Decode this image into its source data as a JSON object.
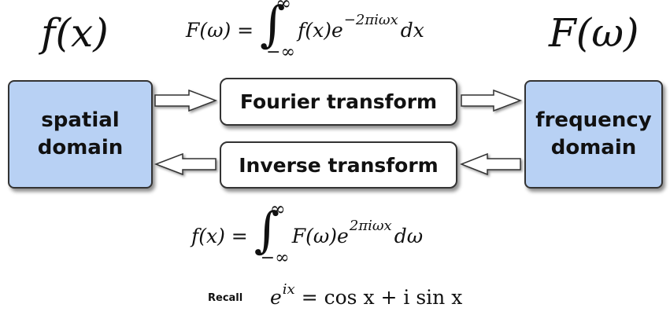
{
  "labels": {
    "left_function": "f(x)",
    "right_function": "F(ω)"
  },
  "formulas": {
    "forward": {
      "lhs": "F(ω) =",
      "upper_limit": "∞",
      "lower_limit": "−∞",
      "integrand_prefix": "f(x)e",
      "exponent": "−2πiωx",
      "differential": "dx"
    },
    "inverse": {
      "lhs": "f(x) =",
      "upper_limit": "∞",
      "lower_limit": "−∞",
      "integrand_prefix": "F(ω)e",
      "exponent": "2πiωx",
      "differential": "dω"
    },
    "euler": {
      "base": "e",
      "exponent": "ix",
      "rhs": "= cos x + i sin x"
    }
  },
  "boxes": {
    "spatial": {
      "line1": "spatial",
      "line2": "domain"
    },
    "frequency": {
      "line1": "frequency",
      "line2": "domain"
    },
    "fourier": "Fourier transform",
    "inverse": "Inverse transform"
  },
  "recall_label": "Recall",
  "colors": {
    "domain_fill": "#b8d1f4",
    "border": "#333333",
    "arrow_fill": "#ffffff"
  }
}
